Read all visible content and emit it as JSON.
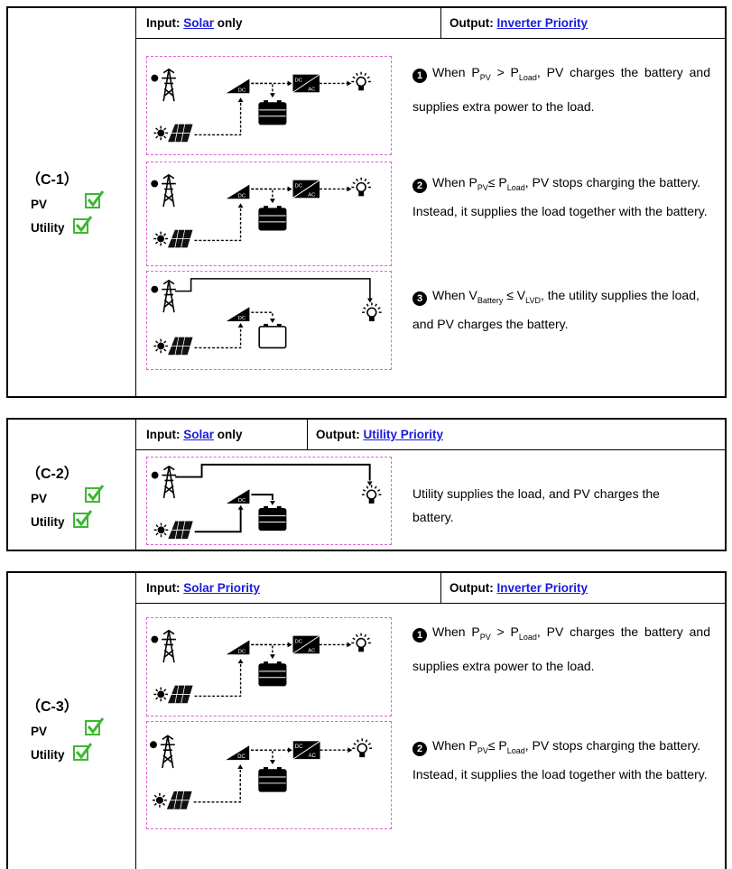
{
  "blocks": [
    {
      "id": "C-1",
      "mode_label": "（C-1）",
      "pv_label": "PV",
      "utility_label": "Utility",
      "input_prefix": "Input: ",
      "input_link": "Solar",
      "input_suffix": " only",
      "output_prefix": "Output: ",
      "output_link": "Inverter Priority",
      "scenarios": [
        {
          "num": "1",
          "pre": "When P",
          "s1": "PV",
          "mid": " > P",
          "s2": "Load",
          "post": ", PV charges the battery and supplies extra power to the load."
        },
        {
          "num": "2",
          "pre": "When P",
          "s1": "PV",
          "mid": "≤ P",
          "s2": "Load",
          "post": ", PV stops charging the battery. Instead, it supplies the load together with the battery."
        },
        {
          "num": "3",
          "pre": "When V",
          "s1": "Battery",
          "mid": " ≤ V",
          "s2": "LVD",
          "post": ", the utility supplies the load, and PV charges the battery."
        }
      ]
    },
    {
      "id": "C-2",
      "mode_label": "（C-2）",
      "pv_label": "PV",
      "utility_label": "Utility",
      "input_prefix": "Input: ",
      "input_link": "Solar",
      "input_suffix": " only",
      "output_prefix": "Output: ",
      "output_link": "Utility Priority",
      "single_text": "Utility supplies the load, and PV charges the battery."
    },
    {
      "id": "C-3",
      "mode_label": "（C-3）",
      "pv_label": "PV",
      "utility_label": "Utility",
      "input_prefix": "Input: ",
      "input_link": "Solar Priority",
      "input_suffix": "",
      "output_prefix": "Output: ",
      "output_link": "Inverter Priority",
      "scenarios": [
        {
          "num": "1",
          "pre": "When P",
          "s1": "PV",
          "mid": " > P",
          "s2": "Load",
          "post": ", PV charges the battery and supplies extra power to the load."
        },
        {
          "num": "2",
          "pre": "When P",
          "s1": "PV",
          "mid": "≤ P",
          "s2": "Load",
          "post": ", PV stops charging the battery. Instead, it supplies the load together with the battery."
        }
      ]
    }
  ],
  "icons": {
    "dc_label": "DC",
    "ac_label": "AC",
    "checkbox_color": "#3cb830",
    "link_color": "#1a1adc",
    "diagram_border_color": "#e060d8"
  }
}
